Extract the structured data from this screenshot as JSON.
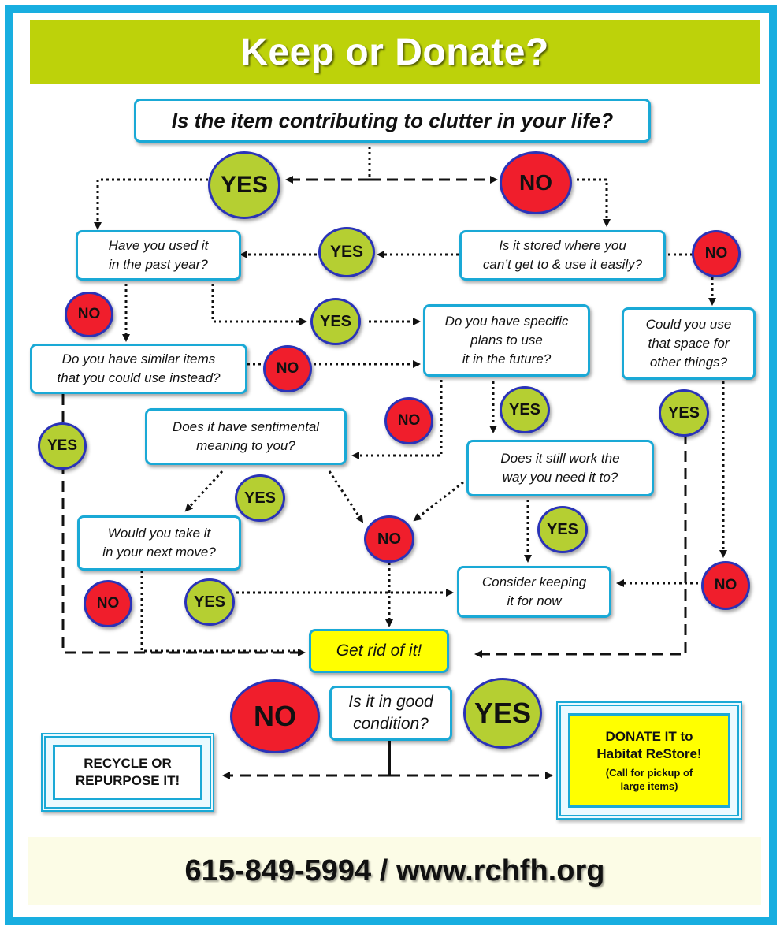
{
  "header": {
    "title": "Keep or Donate?"
  },
  "footer": {
    "contact": "615-849-5994 / www.rchfh.org"
  },
  "questions": {
    "clutter": "Is the item contributing to clutter in your life?",
    "used_past_year": "Have you used it\nin the past year?",
    "stored_where": "Is it stored where you\ncan’t get to & use it easily?",
    "similar_items": "Do you have similar items\nthat you could use instead?",
    "specific_plans": "Do you have specific\nplans to use\n it in the future?",
    "use_space": "Could you use\nthat space for\nother things?",
    "sentimental": "Does it have sentimental\nmeaning to you?",
    "still_work": "Does it still work the\nway you need it to?",
    "next_move": "Would you take it\nin your next move?",
    "consider_keeping": "Consider keeping\nit for now",
    "get_rid": "Get rid of it!",
    "good_condition": "Is it in good\ncondition?"
  },
  "answers": {
    "yes": "YES",
    "no": "NO"
  },
  "outcomes": {
    "recycle": "RECYCLE OR\nREPURPOSE IT!",
    "donate_main": "DONATE IT to\nHabitat ReStore!",
    "donate_sub": "(Call for pickup of\nlarge items)"
  },
  "colors": {
    "frame": "#18aee0",
    "title_bar": "#bdd20a",
    "yes_circle": "#b5cf32",
    "no_circle": "#f01e2c",
    "circle_border": "#2a33b8",
    "highlight": "#ffff00"
  }
}
